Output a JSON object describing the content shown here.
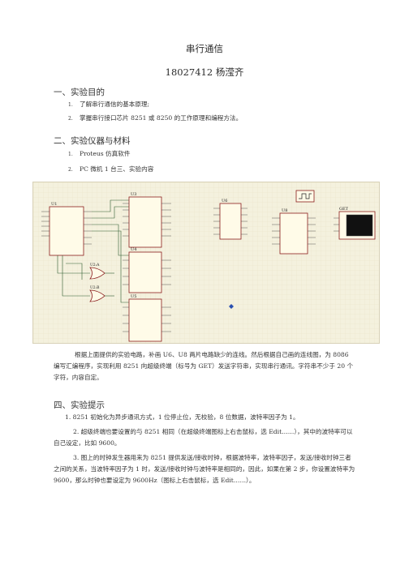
{
  "doc": {
    "title": "串行通信",
    "author": "18027412 杨滢齐",
    "sections": [
      {
        "heading": "一、实验目的",
        "items": [
          {
            "num": "1.",
            "text": "了解串行通信的基本原理;"
          },
          {
            "num": "2.",
            "text": "掌握串行接口芯片 8251 或 8250 的工作原理和编程方法。"
          }
        ]
      },
      {
        "heading": "二、实验仪器与材料",
        "items": [
          {
            "num": "1.",
            "text": "Proteus 仿真软件"
          },
          {
            "num": "2.",
            "text": "PC 微机 1 台三、实验内容"
          }
        ]
      },
      {
        "heading": "四、实验提示",
        "items": []
      }
    ],
    "content_para": "根据上面提供的实验电路，补画 U6、U8 两片电路缺少的连线。然后根据自己画的连线图，为 8086 编写汇编程序，实现利用 8251 向超级终端（标号为 GET）发送字符串，实现串行通讯。字符串不少于 20 个字符，内容自定。",
    "tips": [
      "1. 8251 初始化为异步通讯方式，1 位停止位，无校验，8 位数据，波特率因子为 1。",
      "2. 超级终端也要设置的与 8251 相同（在超级终端图标上右击鼠标，选 Edit……），其中的波特率可以自己设定，比如 9600。",
      "3. 图上的时钟发生器用来为 8251 提供发送/接收时钟，根据波特率，波特率因子，发送/接收时钟三者之间的关系，当波特率因子为 1 时，发送/接收时钟与波特率是相同的，因此，如果在第 2 步，你设置波特率为 9600，那么时钟也要设定为 9600Hz（图标上右击鼠标，选 Edit……）。"
    ],
    "circuit": {
      "labels": {
        "u1": "U1",
        "u3": "U3",
        "u4": "U4",
        "u5": "U5",
        "u6": "U6",
        "u8": "U8",
        "u2a": "U2:A",
        "u2b": "U2:B",
        "get": "GET"
      }
    }
  }
}
